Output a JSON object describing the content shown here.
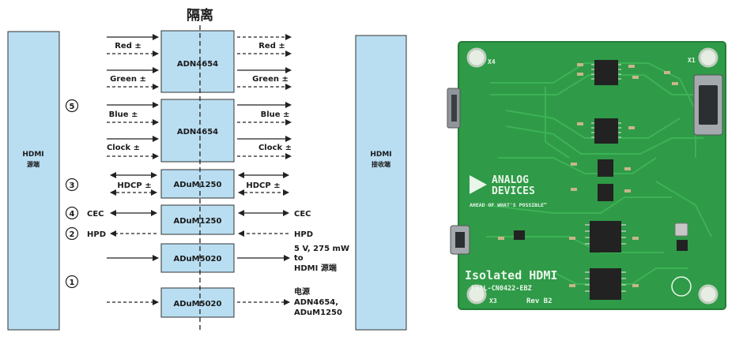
{
  "isolation_label": "隔离",
  "left_panel": {
    "line1": "HDMI",
    "line2": "源端"
  },
  "right_panel": {
    "line1": "HDMI",
    "line2": "接收端"
  },
  "chips": {
    "adn4654_a": "ADN4654",
    "adn4654_b": "ADN4654",
    "adum1250_a": "ADuM1250",
    "adum1250_b": "ADuM1250",
    "adum5020_a": "ADuM5020",
    "adum5020_b": "ADuM5020"
  },
  "signals": {
    "red": "Red ±",
    "green": "Green ±",
    "blue": "Blue ±",
    "clock": "Clock ±",
    "hdcp": "HDCP ±",
    "cec": "CEC",
    "hpd": "HPD"
  },
  "outputs": {
    "power1_line1": "5 V, 275 mW",
    "power1_line2": "to",
    "power1_line3": "HDMI 源端",
    "power2_line1": "电源",
    "power2_line2": "ADN4654,",
    "power2_line3": "ADuM1250"
  },
  "markers": {
    "m5": "5",
    "m3": "3",
    "m4": "4",
    "m2": "2",
    "m1": "1"
  },
  "photo": {
    "logo_line1": "ANALOG",
    "logo_line2": "DEVICES",
    "tagline": "AHEAD OF WHAT'S POSSIBLE™",
    "title": "Isolated HDMI",
    "part": "EVAL-CN0422-EBZ",
    "rev": "Rev B2",
    "x1": "X1",
    "x3": "X3",
    "x4": "X4",
    "colors": {
      "board": "#2f9a47",
      "trace": "#3db256",
      "chip": "#222222"
    }
  }
}
